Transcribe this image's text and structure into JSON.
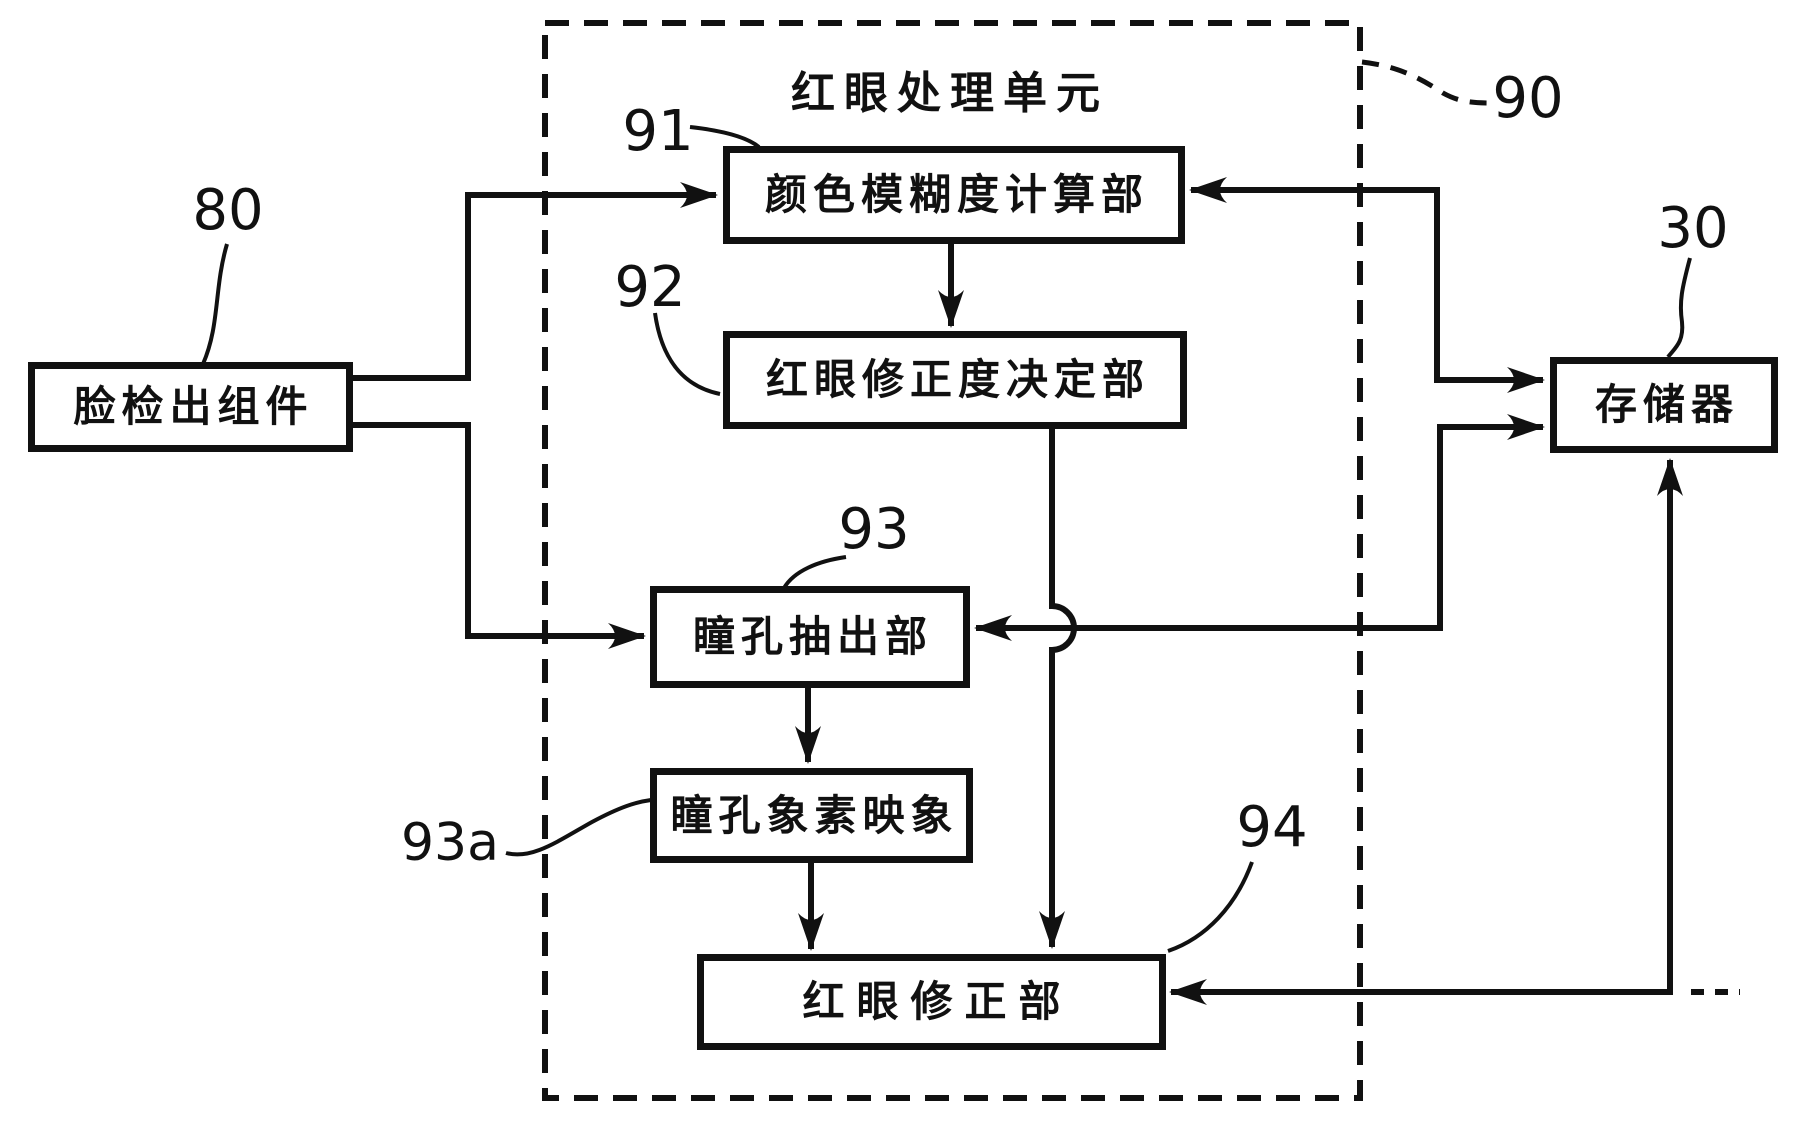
{
  "meta": {
    "background": "#ffffff",
    "ink": "#111111"
  },
  "unit": {
    "title": "红眼处理单元",
    "ref": "90"
  },
  "nodes": {
    "face": {
      "label": "脸检出组件",
      "ref": "80"
    },
    "color_blur": {
      "label": "颜色模糊度计算部",
      "ref": "91"
    },
    "correction_degree": {
      "label": "红眼修正度决定部",
      "ref": "92"
    },
    "pupil_extract": {
      "label": "瞳孔抽出部",
      "ref": "93"
    },
    "pupil_map": {
      "label": "瞳孔象素映象",
      "ref": "93a"
    },
    "redeye_correct": {
      "label": "红眼修正部",
      "ref": "94"
    },
    "memory": {
      "label": "存储器",
      "ref": "30"
    }
  }
}
